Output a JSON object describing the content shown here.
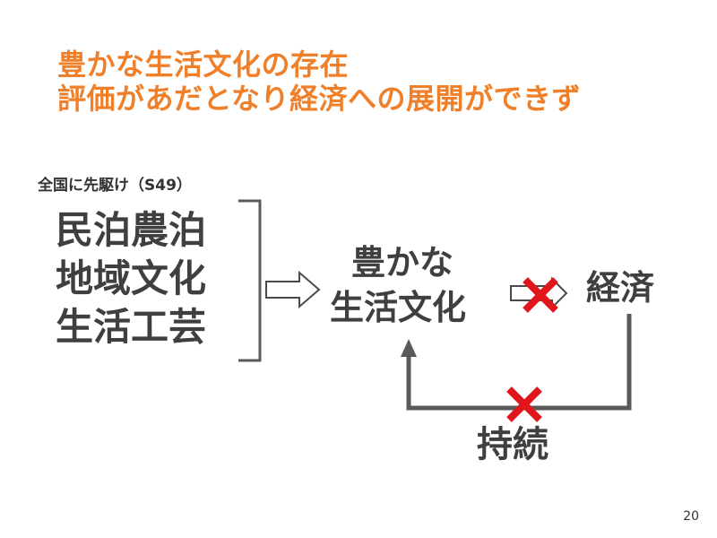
{
  "title": {
    "line1": "豊かな生活文化の存在",
    "line2": "評価があだとなり経済への展開ができず"
  },
  "note": "全国に先駆け（S49）",
  "sources": {
    "line1": "民泊農泊",
    "line2": "地域文化",
    "line3": "生活工芸"
  },
  "center": {
    "line1": "豊かな",
    "line2": "生活文化"
  },
  "economy": "経済",
  "sustain": "持続",
  "page_number": "20",
  "colors": {
    "title": "#f07f2a",
    "cross": "#e0161c",
    "line": "#5a5a5a"
  }
}
